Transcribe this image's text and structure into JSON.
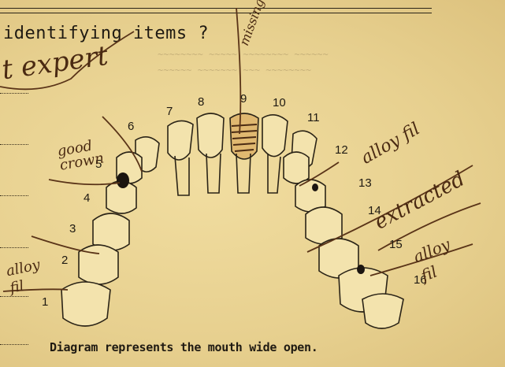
{
  "form": {
    "question": "identifying items ?",
    "caption": "Diagram represents the mouth wide open."
  },
  "teeth_numbers": [
    "1",
    "2",
    "3",
    "4",
    "5",
    "6",
    "7",
    "8",
    "9",
    "10",
    "11",
    "12",
    "13",
    "14",
    "15",
    "16"
  ],
  "handwritten": {
    "top_left": "t expert",
    "good_crown": "good crown",
    "alloy_fill_left": "alloy fil",
    "tooth9_note": "missing",
    "alloy_fill_right_top": "alloy fil",
    "extracted": "extracted",
    "alloy_fill_right_bottom": "alloy fil"
  },
  "colors": {
    "paper": "#e9d495",
    "ink": "#1f1a12",
    "pen": "#4a2a12"
  }
}
